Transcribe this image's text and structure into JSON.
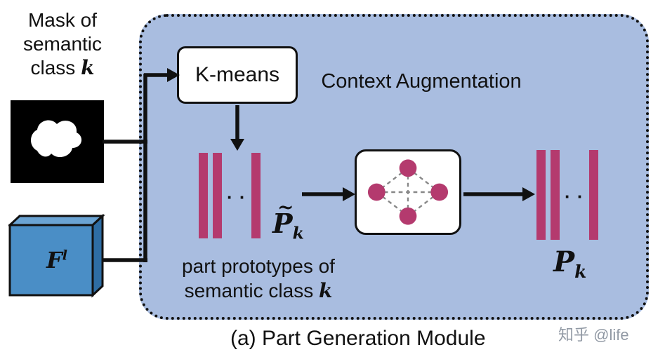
{
  "left_panel": {
    "mask_label": {
      "text": "Mask of semantic class",
      "k": "k"
    },
    "feature_label": {
      "letter": "F",
      "sup": "l"
    }
  },
  "module": {
    "kmeans_label": "K-means",
    "context_label": "Context Augmentation",
    "prototypes_tilde": {
      "tilde": "~",
      "letter": "P",
      "sub": "k"
    },
    "prototypes_final": {
      "letter": "P",
      "sub": "k"
    },
    "part_prototypes_caption": {
      "text": "part prototypes of semantic class",
      "k": "k"
    },
    "dots": "· ·"
  },
  "caption": "(a) Part Generation Module",
  "watermark": "知乎 @life",
  "colors": {
    "panel": "#a9bde0",
    "bar": "#b43a6e",
    "box_blue_front": "#4a8ec6",
    "box_blue_top": "#6ba4d4",
    "box_blue_side": "#2e6da4",
    "line": "#111111"
  }
}
